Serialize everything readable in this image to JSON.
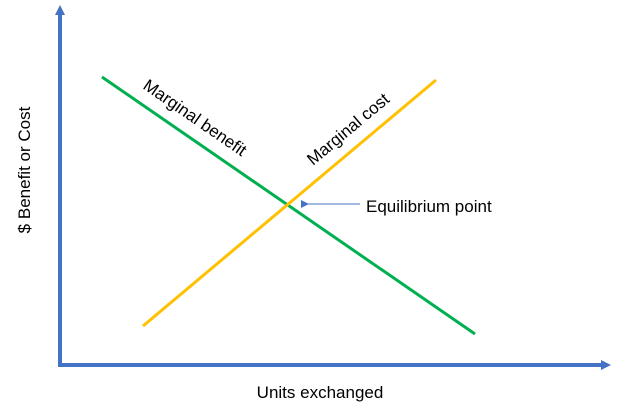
{
  "diagram": {
    "y_axis_label": "$ Benefit or Cost",
    "x_axis_label": "Units exchanged",
    "benefit_label": "Marginal benefit",
    "cost_label": "Marginal cost",
    "equilibrium_label": "Equilibrium point",
    "colors": {
      "axis": "#4472C4",
      "benefit": "#00B050",
      "cost": "#FFC000"
    }
  }
}
